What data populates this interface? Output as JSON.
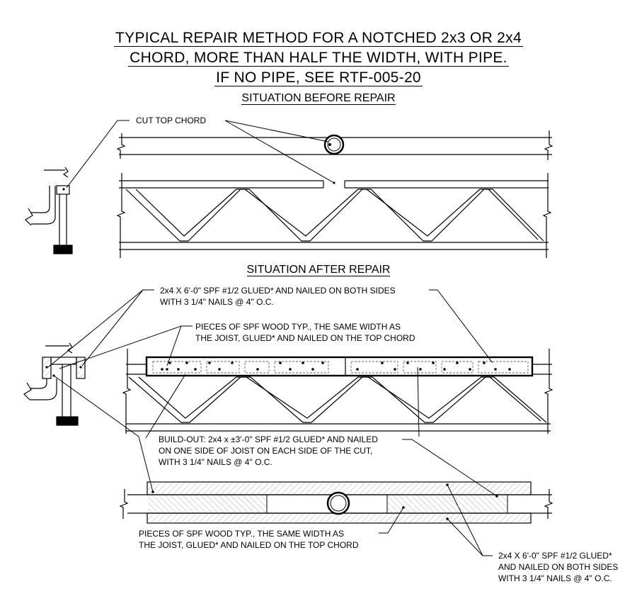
{
  "title": {
    "line1": "TYPICAL REPAIR METHOD FOR A NOTCHED 2x3 OR 2x4",
    "line2": "CHORD, MORE THAN HALF THE WIDTH, WITH PIPE.",
    "line3": "IF NO PIPE, SEE RTF-005-20"
  },
  "before": {
    "heading": "SITUATION BEFORE REPAIR",
    "label_cut_top_chord": "CUT TOP CHORD"
  },
  "after": {
    "heading": "SITUATION AFTER REPAIR",
    "label_side_boards_l1": "2x4 X 6'-0\" SPF #1/2 GLUED* AND NAILED ON BOTH SIDES",
    "label_side_boards_l2": "WITH 3 1/4\" NAILS @ 4\" O.C.",
    "label_pieces_top_l1": "PIECES OF SPF WOOD TYP., THE SAME WIDTH AS",
    "label_pieces_top_l2": "THE JOIST, GLUED* AND NAILED ON THE TOP CHORD",
    "label_buildout_l1": "BUILD-OUT: 2x4 x ±3'-0\" SPF #1/2 GLUED* AND NAILED",
    "label_buildout_l2": "ON ONE SIDE OF JOIST ON EACH SIDE OF THE CUT,",
    "label_buildout_l3": "WITH 3 1/4\" NAILS  @ 4\" O.C.",
    "label_pieces_bottom_l1": "PIECES OF SPF WOOD TYP., THE SAME WIDTH AS",
    "label_pieces_bottom_l2": "THE JOIST, GLUED* AND NAILED ON THE TOP CHORD",
    "label_side_boards_b_l1": "2x4 X 6'-0\" SPF #1/2 GLUED*",
    "label_side_boards_b_l2": "AND NAILED ON BOTH SIDES",
    "label_side_boards_b_l3": "WITH 3 1/4\" NAILS @ 4\" O.C."
  }
}
